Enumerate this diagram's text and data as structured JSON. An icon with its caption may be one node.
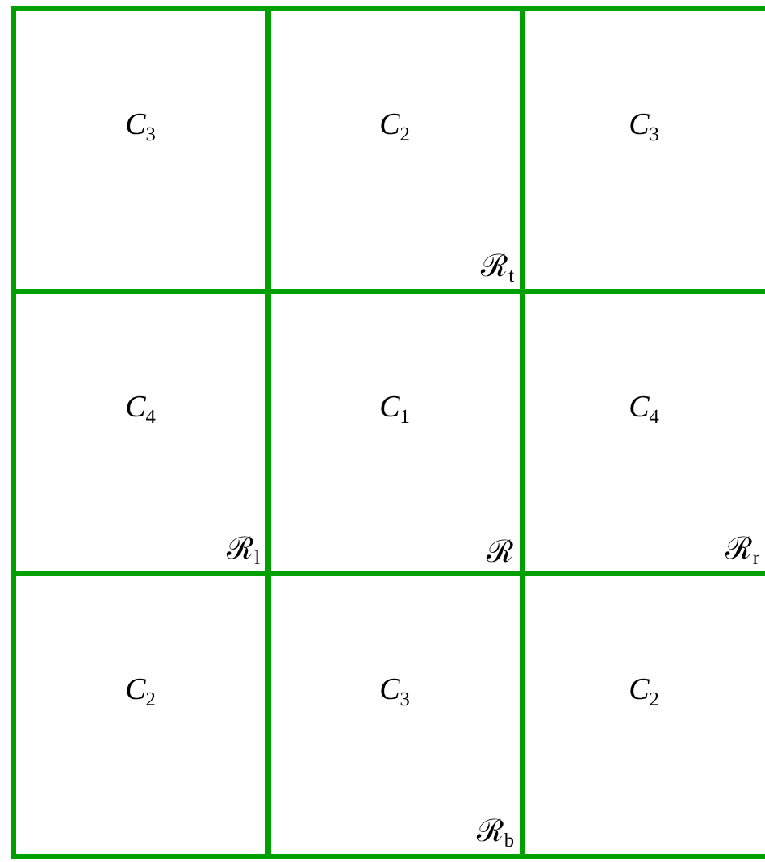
{
  "diagram": {
    "nodes": [
      {
        "text": [
          "*C*$_{3}$"
        ]
      },
      {
        "text": [
          "*C*$_{2}$",
          "ℛ$_{t}$"
        ]
      },
      {
        "text": [
          "*C*$_{3}$"
        ]
      },
      {
        "text": [
          "*C*$_{4}$",
          "ℛ$_{l}$"
        ]
      },
      {
        "text": [
          "*C*$_{1}$",
          "ℛ"
        ]
      },
      {
        "text": [
          "*C*$_{4}$",
          "ℛ$_{r}$"
        ]
      },
      {
        "text": [
          "*C*$_{2}$"
        ]
      },
      {
        "text": [
          "*C*$_{3}$",
          "ℛ$_{b}$"
        ]
      },
      {
        "text": [
          "*C*$_{2}$"
        ]
      }
    ]
  }
}
